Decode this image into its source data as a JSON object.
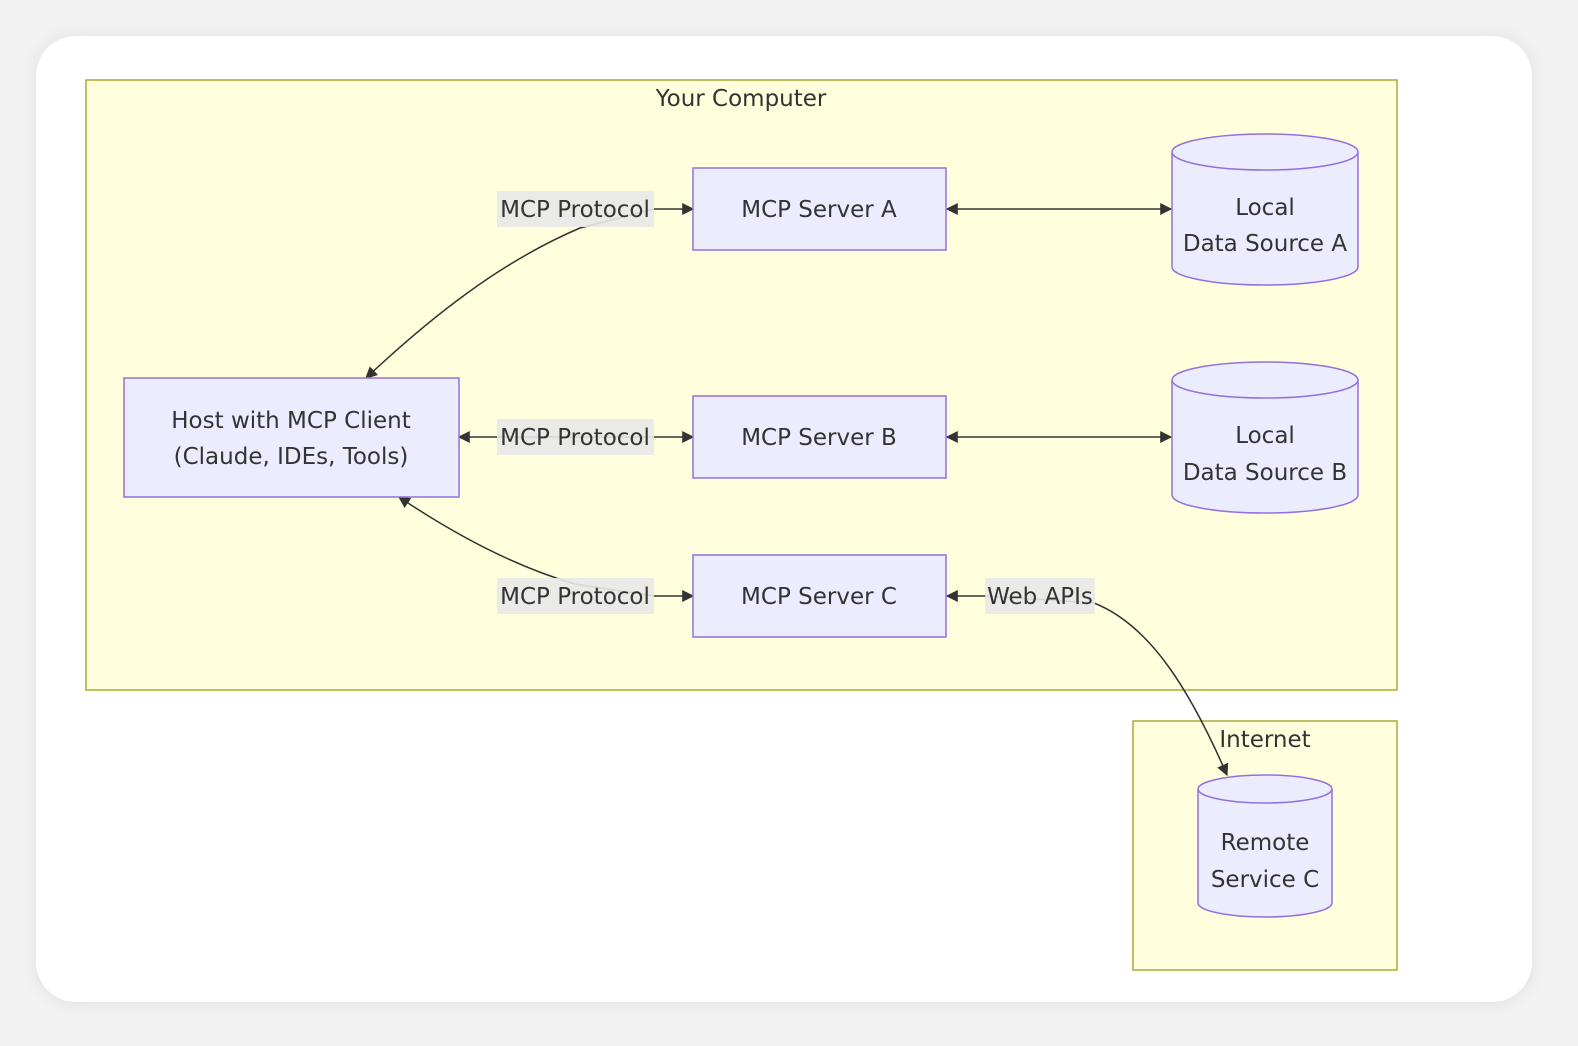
{
  "colors": {
    "cluster_fill": "#ffffde",
    "cluster_stroke": "#aaaa33",
    "node_fill": "#ececff",
    "node_stroke": "#9370db",
    "edge_stroke": "#333333",
    "label_bg": "#e8e8e8",
    "text": "#333333"
  },
  "clusters": {
    "computer": {
      "title": "Your Computer"
    },
    "internet": {
      "title": "Internet"
    }
  },
  "nodes": {
    "host": {
      "line1": "Host with MCP Client",
      "line2": "(Claude, IDEs, Tools)"
    },
    "server_a": {
      "label": "MCP Server A"
    },
    "server_b": {
      "label": "MCP Server B"
    },
    "server_c": {
      "label": "MCP Server C"
    },
    "data_a": {
      "line1": "Local",
      "line2": "Data Source A"
    },
    "data_b": {
      "line1": "Local",
      "line2": "Data Source B"
    },
    "remote_c": {
      "line1": "Remote",
      "line2": "Service C"
    }
  },
  "edges": {
    "host_server_a": "MCP Protocol",
    "host_server_b": "MCP Protocol",
    "host_server_c": "MCP Protocol",
    "server_c_remote": "Web APIs"
  }
}
